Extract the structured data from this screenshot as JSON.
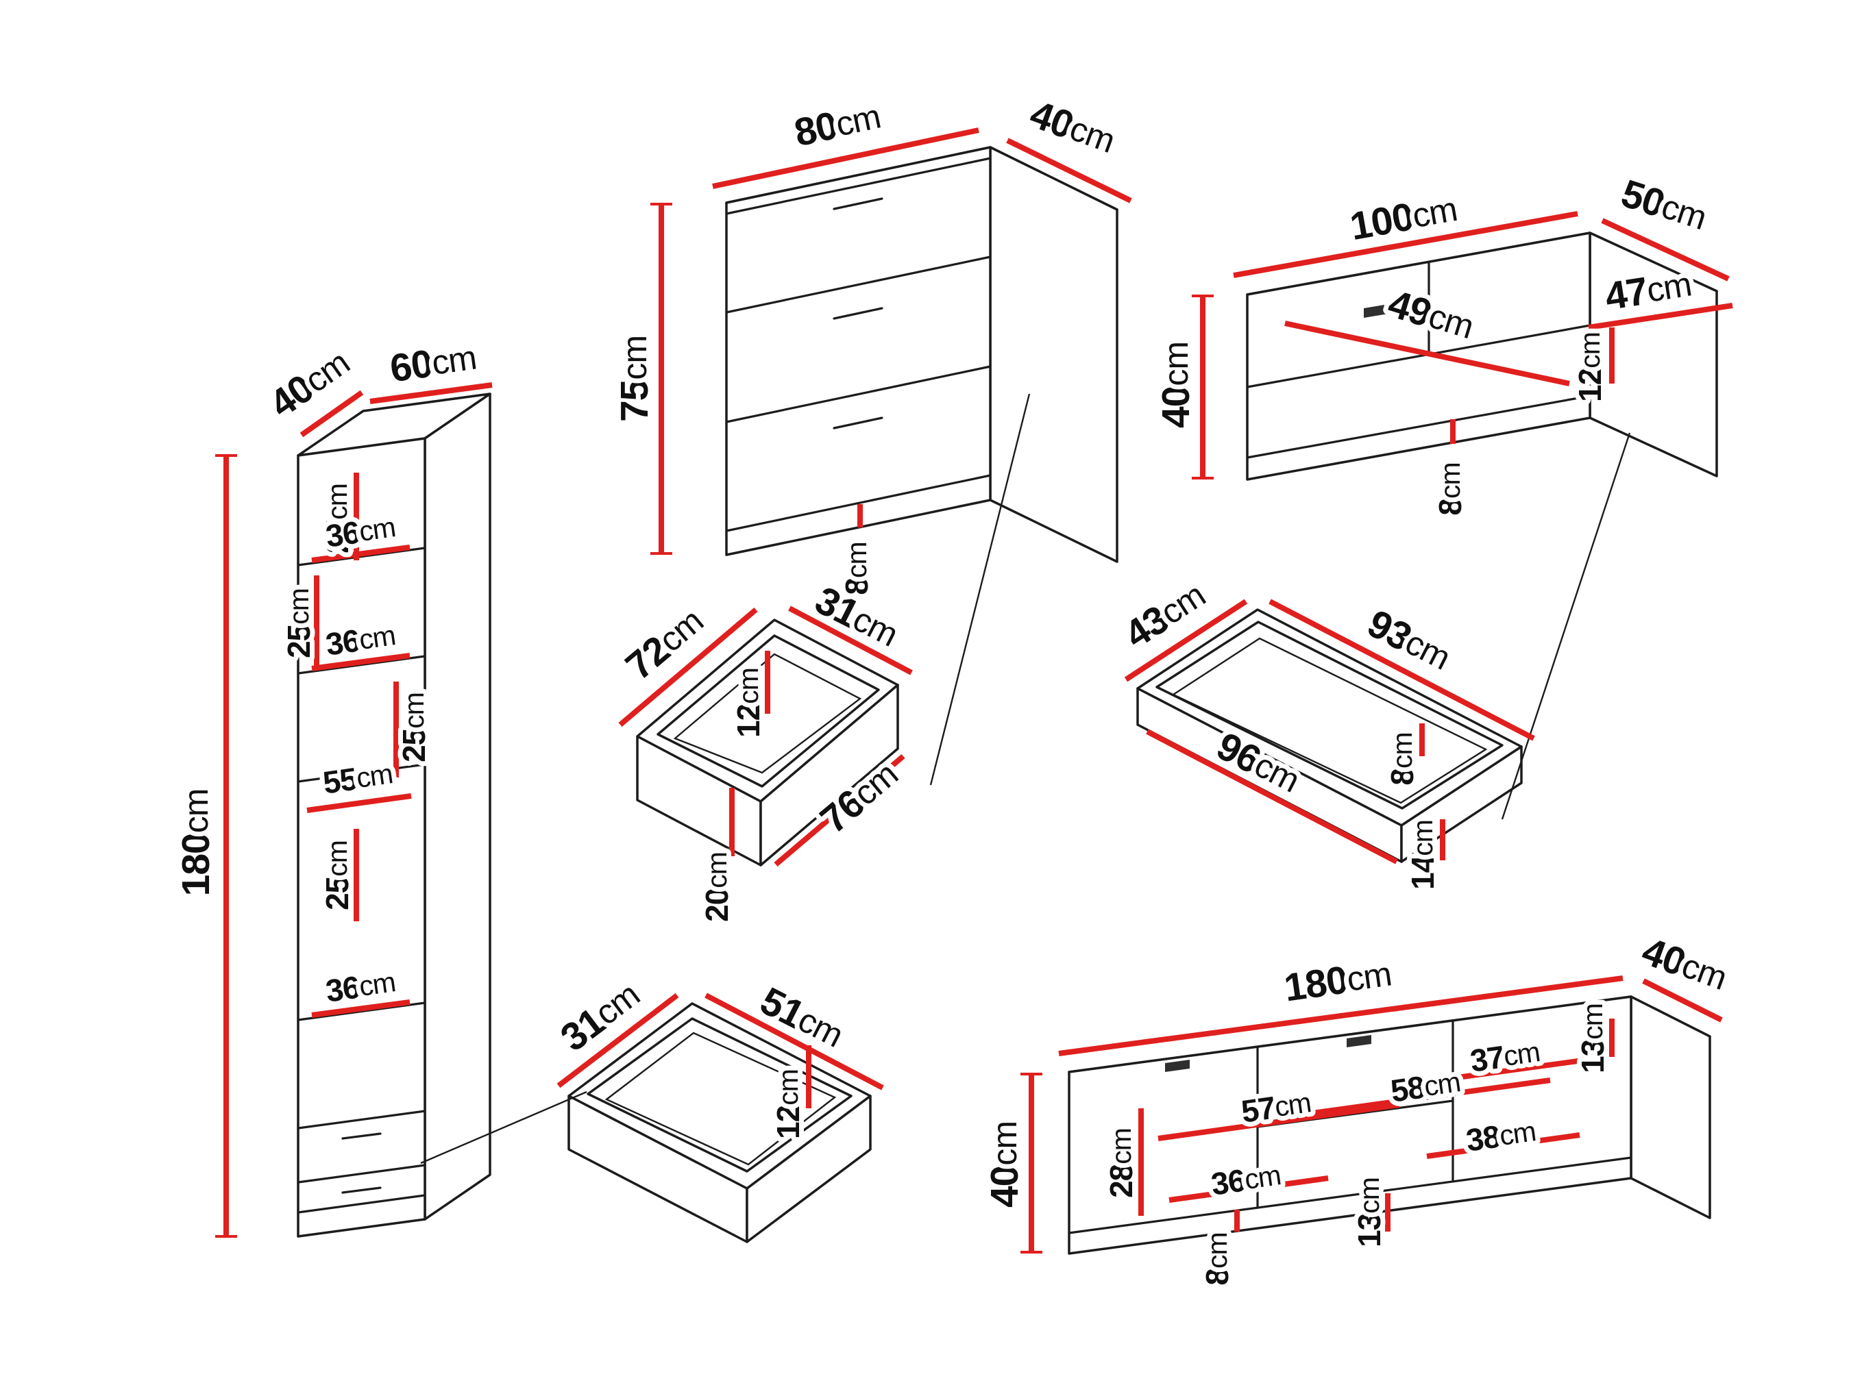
{
  "unit": "cm",
  "colors": {
    "dimension_red": "#e0201e",
    "outline_black": "#1c1c1c",
    "background": "#ffffff"
  },
  "pieces": {
    "cabinet": {
      "depth": "40",
      "width": "60",
      "height": "180",
      "section_a": "25",
      "shelf_a": "36",
      "section_b": "25",
      "shelf_b": "36",
      "section_c": "25",
      "interior_width": "55",
      "section_d": "25",
      "shelf_c": "36"
    },
    "chest": {
      "width": "80",
      "depth": "40",
      "height": "75",
      "plinth": "8"
    },
    "tv_small": {
      "width": "100",
      "depth": "50",
      "height": "40",
      "niche_left": "49",
      "niche_right": "47",
      "niche_height": "12",
      "plinth": "8"
    },
    "drawer_a": {
      "width": "72",
      "depth": "31",
      "inner_height": "12",
      "front_width": "76",
      "front_height": "20"
    },
    "drawer_b": {
      "depth": "43",
      "width": "93",
      "front_width": "96",
      "inner_height": "8",
      "height": "14"
    },
    "drawer_c": {
      "depth": "31",
      "width": "51",
      "inner_height": "12"
    },
    "tv_large": {
      "width": "180",
      "depth_top": "40",
      "height": "40",
      "section_height": "28",
      "niche_a": "57",
      "niche_b": "37",
      "niche_c": "58",
      "niche_d": "38",
      "niche_e": "36",
      "shelf_a": "13",
      "shelf_b": "13",
      "plinth": "8"
    }
  }
}
